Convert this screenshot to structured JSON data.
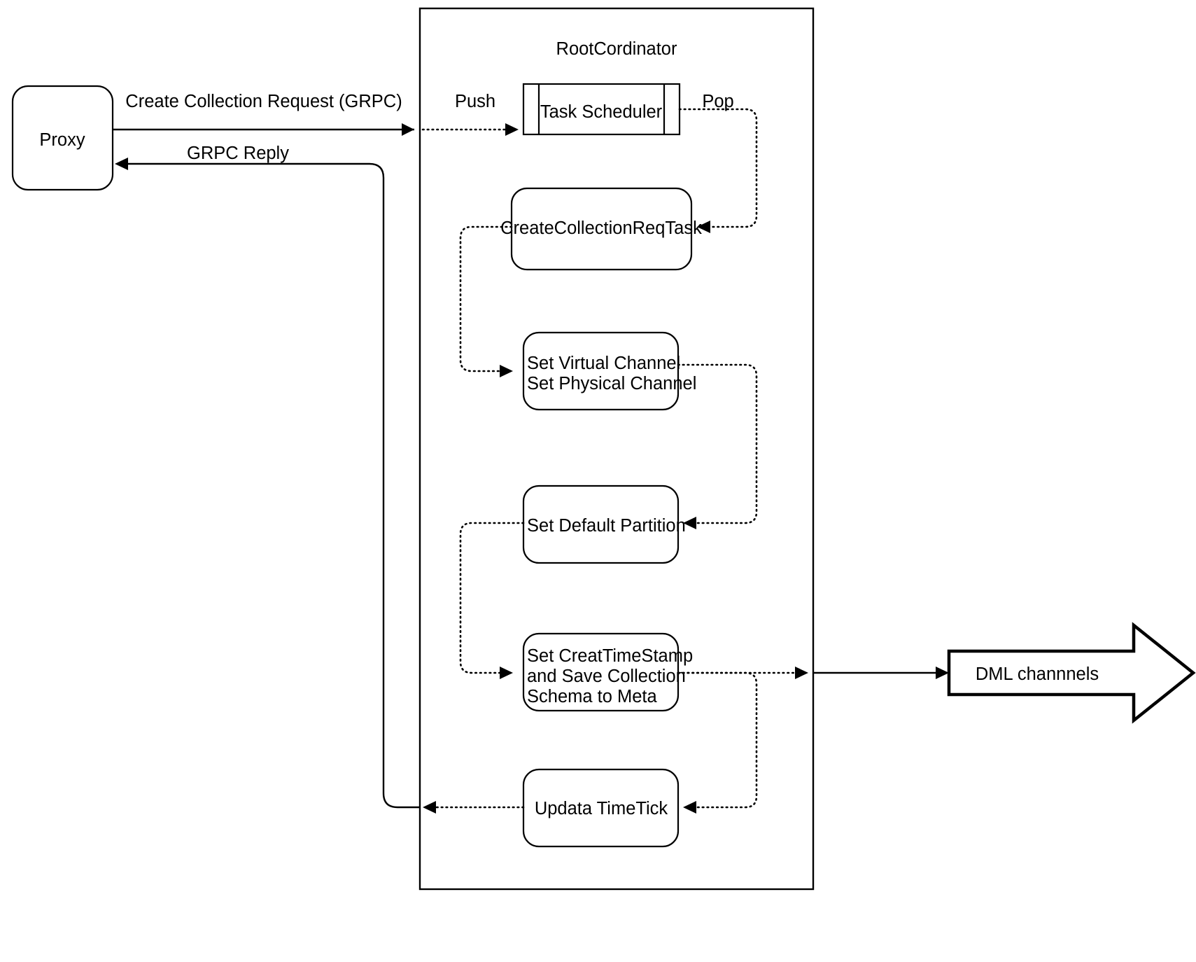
{
  "diagram": {
    "title_visible": false,
    "colors": {
      "stroke": "#000000",
      "fill": "#ffffff",
      "text": "#000000"
    },
    "container": {
      "label": "RootCordinator",
      "name": "root-cordinator-container"
    },
    "nodes": [
      {
        "id": "proxy",
        "label": "Proxy",
        "shape": "rounded-rect"
      },
      {
        "id": "task-scheduler",
        "label": "Task Scheduler",
        "shape": "queue"
      },
      {
        "id": "create-collection-req-task",
        "label": "CreateCollectionReqTask",
        "shape": "rounded-rect"
      },
      {
        "id": "set-channels",
        "label_lines": [
          "Set Virtual Channel",
          "Set Physical Channel"
        ],
        "shape": "rounded-rect"
      },
      {
        "id": "set-default-partition",
        "label": "Set Default Partition",
        "shape": "rounded-rect"
      },
      {
        "id": "set-creat-timestamp",
        "label_lines": [
          "Set CreatTimeStamp",
          "and Save Collection",
          "Schema to Meta"
        ],
        "shape": "rounded-rect"
      },
      {
        "id": "updata-timetick",
        "label": "Updata TimeTick",
        "shape": "rounded-rect"
      },
      {
        "id": "dml-channnels",
        "label": "DML channnels",
        "shape": "block-arrow"
      }
    ],
    "edges": [
      {
        "id": "proxy-to-root",
        "label": "Create Collection Request (GRPC)",
        "style": "solid"
      },
      {
        "id": "root-to-scheduler",
        "label": "Push",
        "style": "dotted"
      },
      {
        "id": "scheduler-pop",
        "label": "Pop",
        "style": "dotted"
      },
      {
        "id": "root-to-proxy",
        "label": "GRPC Reply",
        "style": "solid"
      },
      {
        "id": "task-to-channels",
        "label": "",
        "style": "dotted"
      },
      {
        "id": "channels-to-partition",
        "label": "",
        "style": "dotted"
      },
      {
        "id": "partition-to-timestamp",
        "label": "",
        "style": "dotted"
      },
      {
        "id": "timestamp-to-timetick",
        "label": "",
        "style": "dotted"
      },
      {
        "id": "timetick-to-reply",
        "label": "",
        "style": "dotted"
      },
      {
        "id": "timestamp-to-dml",
        "label": "",
        "style": "dotted-solid"
      }
    ]
  }
}
